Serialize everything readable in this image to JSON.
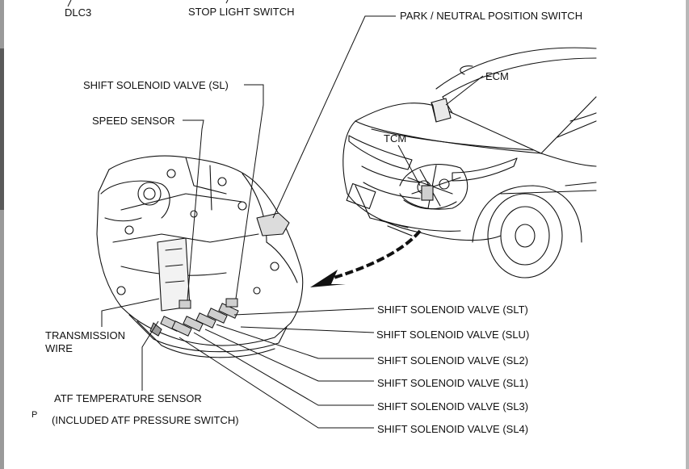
{
  "labels": {
    "dlc3": "DLC3",
    "stop_light_switch": "STOP LIGHT SWITCH",
    "park_neutral_switch": "PARK / NEUTRAL POSITION SWITCH",
    "ecm": "ECM",
    "tcm": "TCM",
    "shift_solenoid_sl": "SHIFT SOLENOID VALVE (SL)",
    "speed_sensor": "SPEED SENSOR",
    "transmission_wire": "TRANSMISSION\nWIRE",
    "atf_temp_sensor": "ATF TEMPERATURE SENSOR",
    "atf_pressure_switch": "(INCLUDED ATF PRESSURE SWITCH)",
    "shift_solenoid_slt": "SHIFT SOLENOID VALVE (SLT)",
    "shift_solenoid_slu": "SHIFT SOLENOID VALVE (SLU)",
    "shift_solenoid_sl2": "SHIFT SOLENOID VALVE (SL2)",
    "shift_solenoid_sl1": "SHIFT SOLENOID VALVE (SL1)",
    "shift_solenoid_sl3": "SHIFT SOLENOID VALVE (SL3)",
    "shift_solenoid_sl4": "SHIFT SOLENOID VALVE (SL4)",
    "page_marker": "P"
  },
  "colors": {
    "ink": "#111111",
    "paper": "#ffffff",
    "shade": "#555555"
  }
}
